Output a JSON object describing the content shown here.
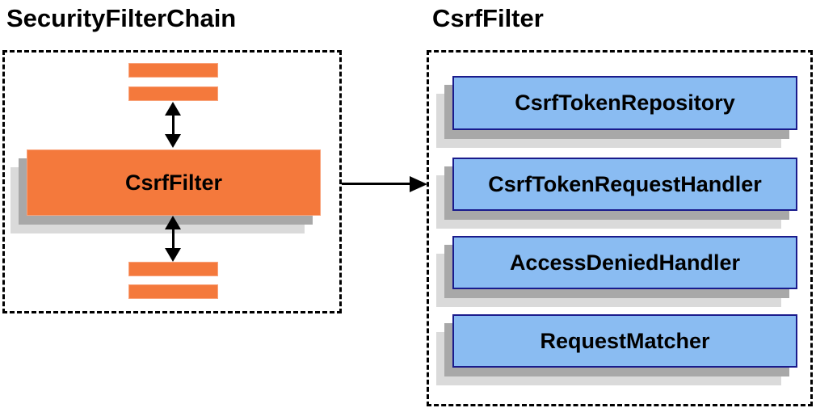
{
  "diagram": {
    "left_panel": {
      "title": "SecurityFilterChain",
      "filter_label": "CsrfFilter"
    },
    "right_panel": {
      "title": "CsrfFilter",
      "components": [
        "CsrfTokenRepository",
        "CsrfTokenRequestHandler",
        "AccessDeniedHandler",
        "RequestMatcher"
      ]
    },
    "colors": {
      "orange_fill": "#F4793C",
      "orange_border": "#F9A27A",
      "blue_fill": "#8ABCF2",
      "blue_border": "#1A1B8C",
      "shadow_dark": "#A8A8A8",
      "shadow_light": "#DADADA",
      "line": "#000000"
    }
  }
}
